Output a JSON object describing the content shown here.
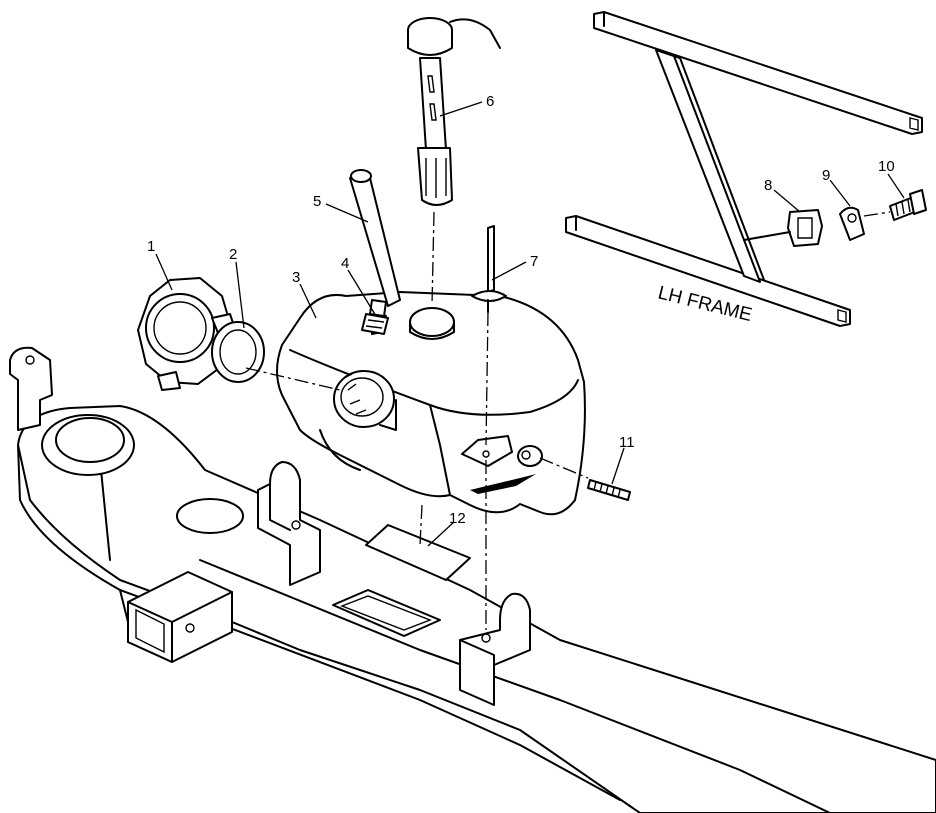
{
  "callouts": [
    {
      "id": "1",
      "part": "fuel-cap"
    },
    {
      "id": "2",
      "part": "cap-gasket"
    },
    {
      "id": "3",
      "part": "fuel-tank"
    },
    {
      "id": "4",
      "part": "vent-fitting"
    },
    {
      "id": "5",
      "part": "vent-hose"
    },
    {
      "id": "6",
      "part": "fuel-gauge-sender"
    },
    {
      "id": "7",
      "part": "tank-strap"
    },
    {
      "id": "8",
      "part": "clamp"
    },
    {
      "id": "9",
      "part": "bracket"
    },
    {
      "id": "10",
      "part": "bolt"
    },
    {
      "id": "11",
      "part": "screw"
    },
    {
      "id": "12",
      "part": "pad"
    }
  ],
  "frame_label": "LH FRAME",
  "colors": {
    "line": "#000000",
    "background": "#ffffff"
  }
}
